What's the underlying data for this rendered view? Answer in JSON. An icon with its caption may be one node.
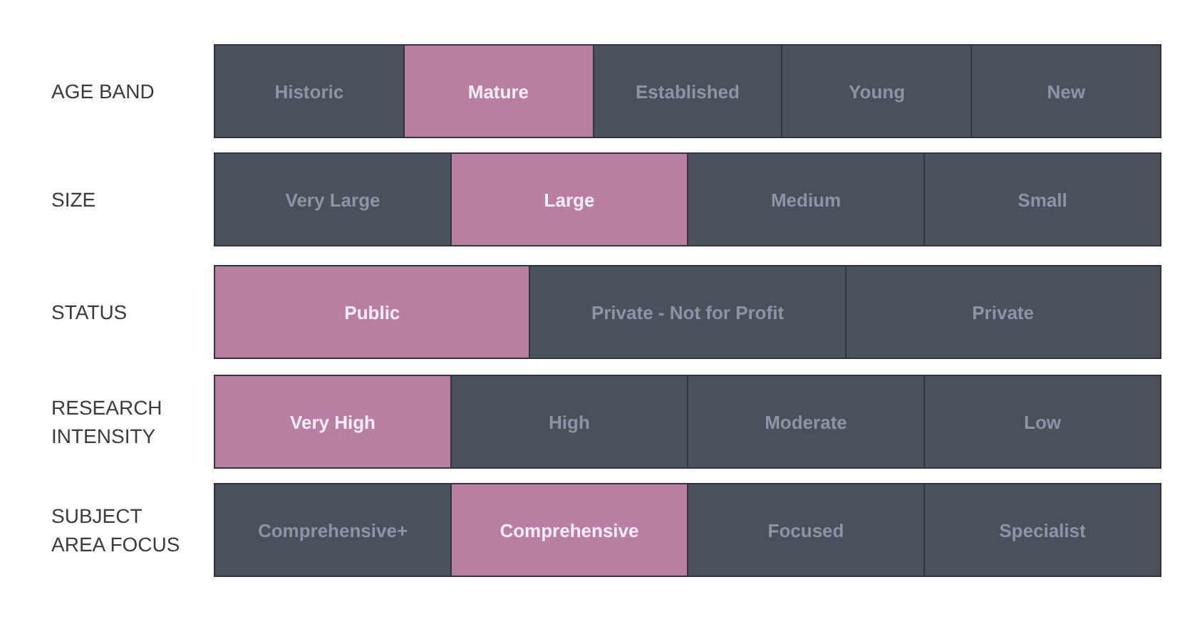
{
  "diagram": {
    "nodes": [
      {
        "text": [
          "AGE BAND"
        ]
      },
      {
        "text": [
          "Historic"
        ],
        "in": 0
      },
      {
        "text": [
          "Mature"
        ],
        "in": 0
      },
      {
        "text": [
          "Established"
        ],
        "in": 0
      },
      {
        "text": [
          "Young"
        ],
        "in": 0
      },
      {
        "text": [
          "New"
        ],
        "in": 0
      },
      {
        "text": [
          "SIZE"
        ]
      },
      {
        "text": [
          "Very Large"
        ],
        "in": 6
      },
      {
        "text": [
          "Large"
        ],
        "in": 6
      },
      {
        "text": [
          "Medium"
        ],
        "in": 6
      },
      {
        "text": [
          "Small"
        ],
        "in": 6
      },
      {
        "text": [
          "STATUS"
        ]
      },
      {
        "text": [
          "Public"
        ],
        "in": 11
      },
      {
        "text": [
          "Private - Not for Profit"
        ],
        "in": 11
      },
      {
        "text": [
          "Private"
        ],
        "in": 11
      },
      {
        "text": [
          "RESEARCH INTENSITY"
        ]
      },
      {
        "text": [
          "Very High"
        ],
        "in": 15
      },
      {
        "text": [
          "High"
        ],
        "in": 15
      },
      {
        "text": [
          "Moderate"
        ],
        "in": 15
      },
      {
        "text": [
          "Low"
        ],
        "in": 15
      },
      {
        "text": [
          "SUBJECT AREA FOCUS"
        ]
      },
      {
        "text": [
          "Comprehensive+"
        ],
        "in": 20
      },
      {
        "text": [
          "Comprehensive"
        ],
        "in": 20
      },
      {
        "text": [
          "Focused"
        ],
        "in": 20
      },
      {
        "text": [
          "Specialist"
        ],
        "in": 20
      }
    ],
    "edges": []
  }
}
